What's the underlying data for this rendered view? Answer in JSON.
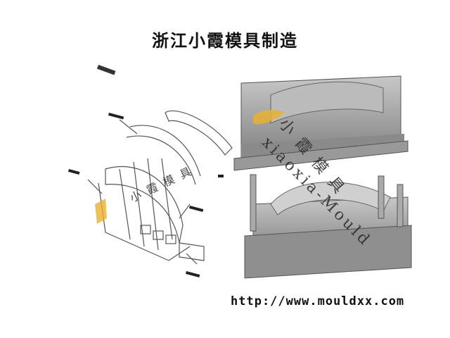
{
  "title": "浙江小霞模具制造",
  "url": "http://www.mouldxx.com",
  "watermark": {
    "cn": "小霞模具",
    "en": "xiaoxia-Mould"
  },
  "images": {
    "left": "bumper-exploded-diagram",
    "right_top": "mould-cavity-half",
    "right_bottom": "mould-core-half"
  },
  "colors": {
    "steel": "#9a9a9a",
    "logo_gold": "#e8b030"
  }
}
